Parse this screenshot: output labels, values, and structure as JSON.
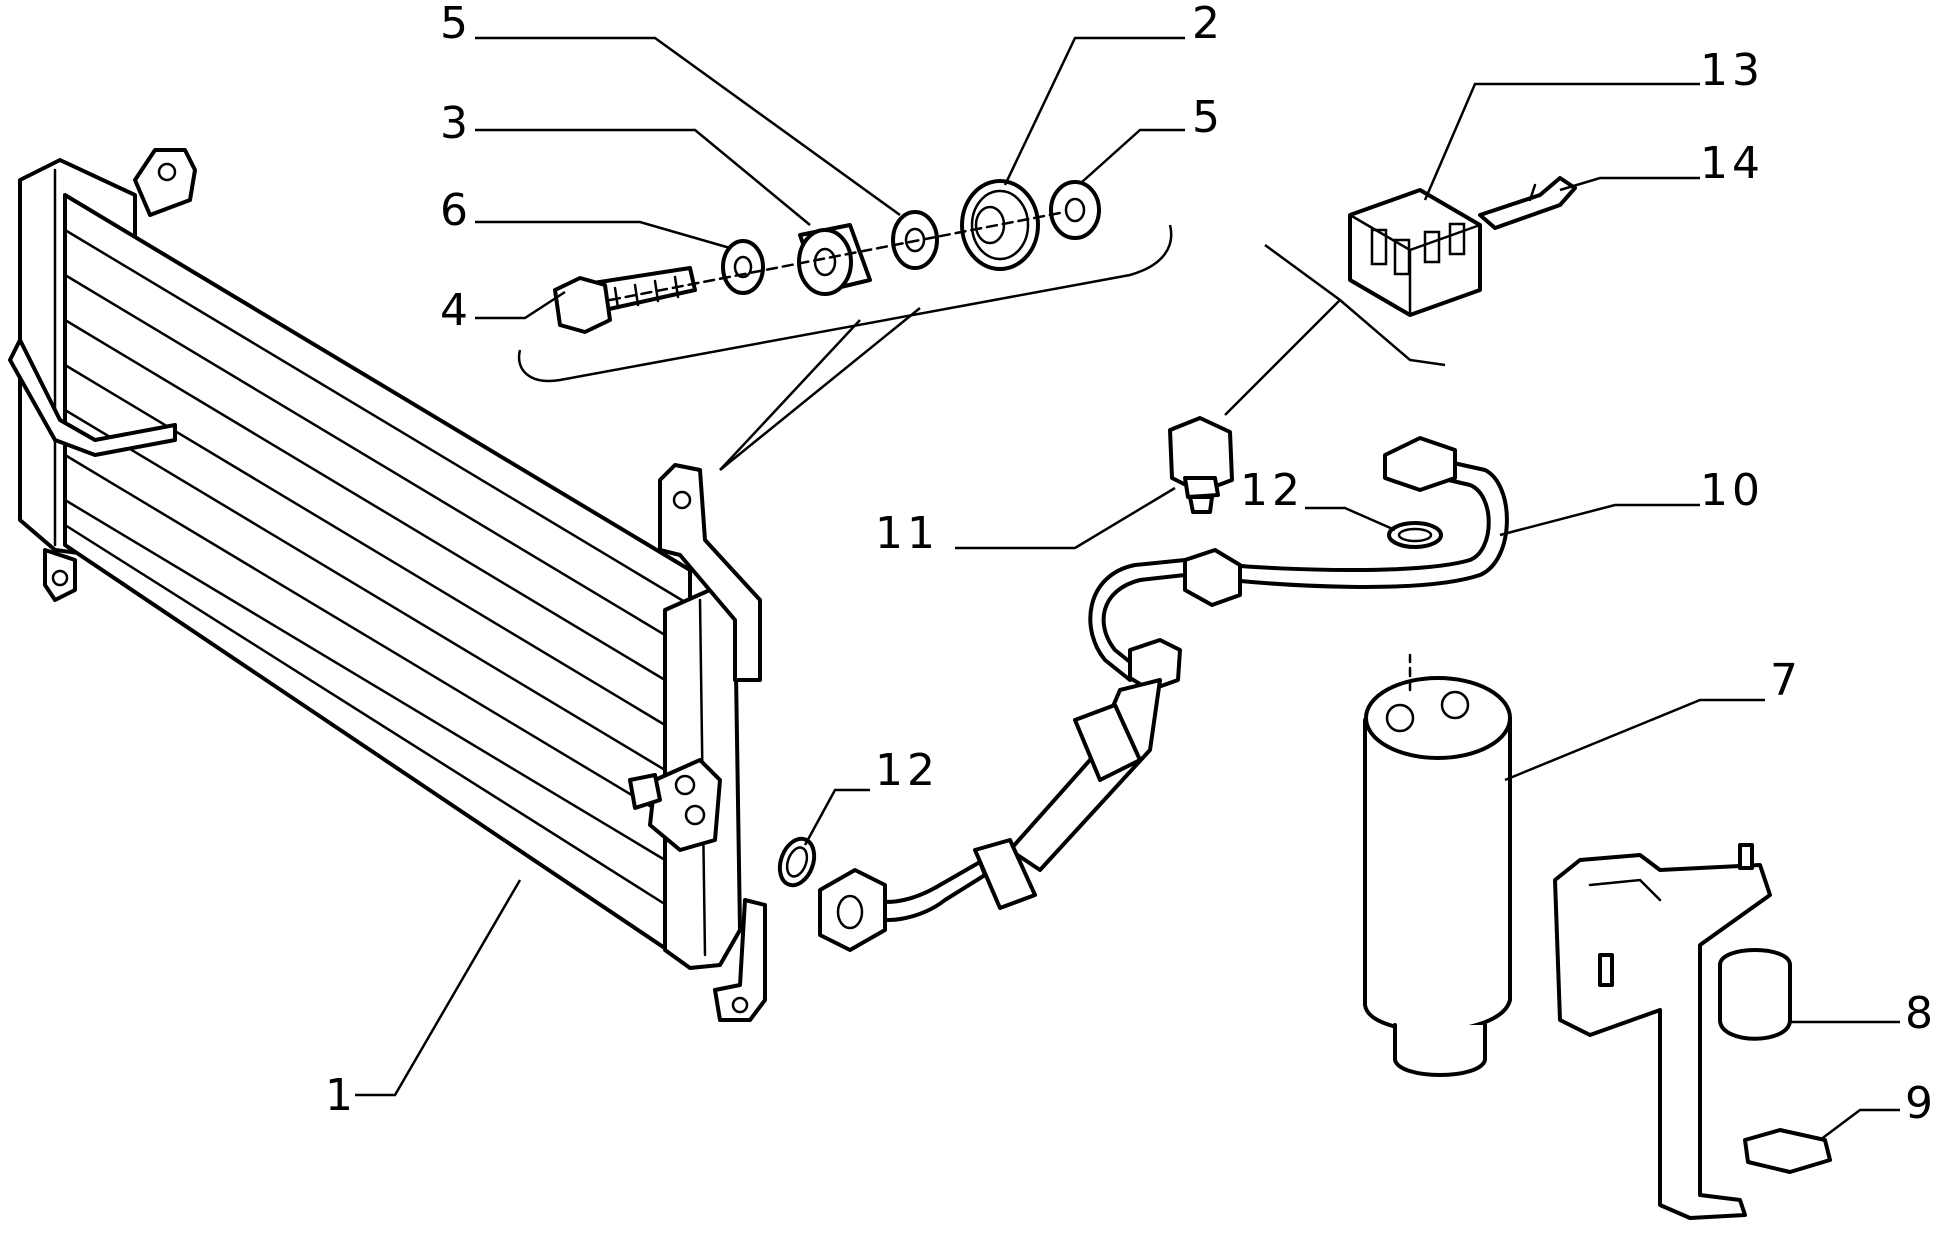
{
  "diagram": {
    "colors": {
      "line": "#000000",
      "background": "#ffffff"
    },
    "parts": [
      {
        "id": "condenser",
        "icon": "condenser-icon"
      },
      {
        "id": "bolt",
        "icon": "bolt-icon"
      },
      {
        "id": "washer-6",
        "icon": "washer-icon"
      },
      {
        "id": "spacer-3",
        "icon": "spacer-icon"
      },
      {
        "id": "washer-5a",
        "icon": "washer-icon"
      },
      {
        "id": "grommet-2",
        "icon": "grommet-icon"
      },
      {
        "id": "washer-5b",
        "icon": "washer-icon"
      },
      {
        "id": "connector-13",
        "icon": "connector-icon"
      },
      {
        "id": "terminal-14",
        "icon": "terminal-icon"
      },
      {
        "id": "pressure-switch-11",
        "icon": "switch-icon"
      },
      {
        "id": "oring-12-top",
        "icon": "o-ring-icon"
      },
      {
        "id": "oring-12-left",
        "icon": "o-ring-icon"
      },
      {
        "id": "pipe-10",
        "icon": "pipe-icon"
      },
      {
        "id": "receiver-drier-7",
        "icon": "cylinder-icon"
      },
      {
        "id": "bracket-8",
        "icon": "bracket-icon"
      },
      {
        "id": "pad-9",
        "icon": "pad-icon"
      }
    ],
    "callouts": [
      {
        "id": "c1",
        "text": "1"
      },
      {
        "id": "c2",
        "text": "2"
      },
      {
        "id": "c3",
        "text": "3"
      },
      {
        "id": "c4",
        "text": "4"
      },
      {
        "id": "c5a",
        "text": "5"
      },
      {
        "id": "c5b",
        "text": "5"
      },
      {
        "id": "c6",
        "text": "6"
      },
      {
        "id": "c7",
        "text": "7"
      },
      {
        "id": "c8",
        "text": "8"
      },
      {
        "id": "c9",
        "text": "9"
      },
      {
        "id": "c10",
        "text": "10"
      },
      {
        "id": "c11",
        "text": "11"
      },
      {
        "id": "c12a",
        "text": "12"
      },
      {
        "id": "c12b",
        "text": "12"
      },
      {
        "id": "c13",
        "text": "13"
      },
      {
        "id": "c14",
        "text": "14"
      }
    ]
  }
}
